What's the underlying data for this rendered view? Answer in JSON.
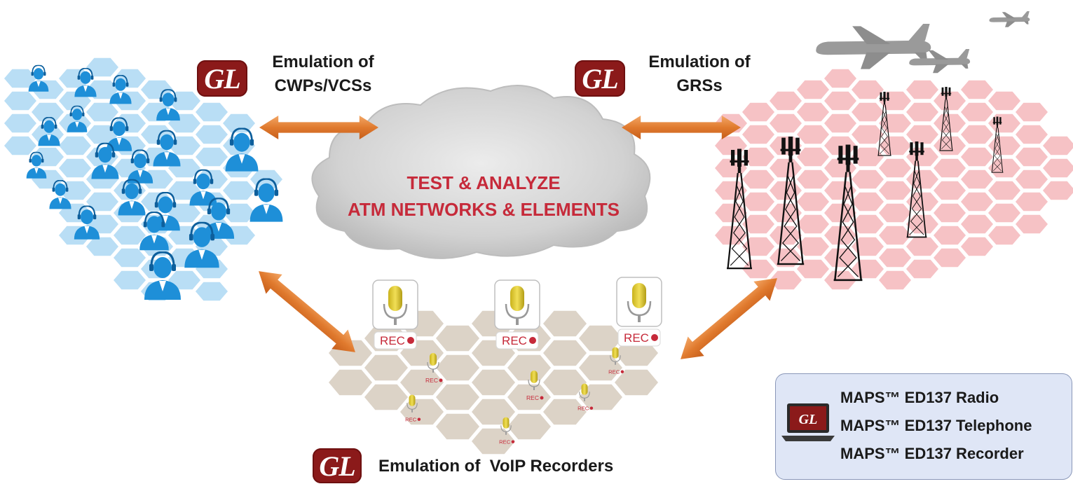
{
  "cwp": {
    "line1": "Emulation of",
    "line2": "CWPs/VCSs",
    "badge": "GL"
  },
  "grs": {
    "line1": "Emulation of",
    "line2": "GRSs",
    "badge": "GL"
  },
  "cloud": {
    "line1": "TEST & ANALYZE",
    "line2": "ATM NETWORKS & ELEMENTS"
  },
  "recorders": {
    "label": "Emulation of  VoIP Recorders",
    "badge": "GL",
    "rec_text": "REC"
  },
  "products": {
    "badge": "GL",
    "items": [
      "MAPS™ ED137 Radio",
      "MAPS™ ED137 Telephone",
      "MAPS™ ED137 Recorder"
    ]
  },
  "colors": {
    "brand_red": "#8b1a1a",
    "cloud_text": "#c62a3a",
    "blue_hex": "#b9def5",
    "blue_person": "#1e8fd8",
    "pink_hex": "#f6c2c5",
    "tan_hex": "#d9cfc3",
    "arrow": "#e07a2e"
  }
}
